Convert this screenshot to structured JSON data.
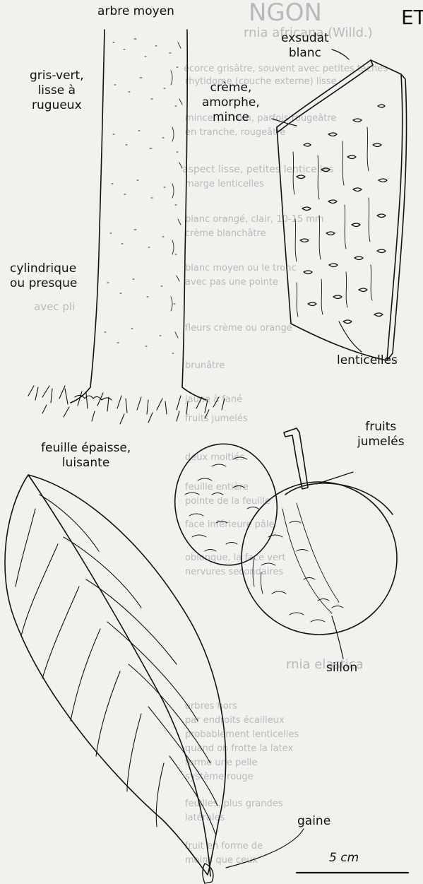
{
  "corner_text": "ET",
  "ghost_text": {
    "header_title": "NGON",
    "header_sub": "rnia africana (Willd.)",
    "lines": [
      "écorce grisâtre, souvent avec petites taches",
      "rhytidome (couche externe) lisse",
      "mince, 10 mm, parfois rougeâtre",
      "en tranche, rougeâtre",
      "aspect lisse, petites lenticelles",
      "marge lenticelles",
      "blanc orangé, clair, 10-15 mm",
      "crème blanchâtre",
      "blanc moyen ou le tronc",
      "avec pas une pointe",
      "avec pli",
      "fleurs crème ou orangé",
      "brunâtre",
      "jaune à fané",
      "fruits jumelés",
      "deux moitiés",
      "feuille entière",
      "pointe de la feuille",
      "face inférieure pâle",
      "oblongue, la face vert",
      "nervures secondaires",
      "rnia elastica",
      "arbres hors",
      "par endroits écailleux",
      "probablement lenticelles",
      "quand on frotte la latex",
      "forme une pelle",
      "système rouge",
      "feuilles, plus grandes",
      "latérales",
      "fruit en forme de",
      "moins que ceux"
    ]
  },
  "labels": {
    "arbre_moyen": "arbre moyen",
    "gris_vert": [
      "gris-vert,",
      "lisse à",
      "rugueux"
    ],
    "cylindrique": [
      "cylindrique",
      "ou presque"
    ],
    "exsudat": [
      "exsudat",
      "blanc"
    ],
    "creme": [
      "crème,",
      "amorphe,",
      "mince"
    ],
    "lenticelles": "lenticelles",
    "fruits": [
      "fruits",
      "jumelés"
    ],
    "feuille": [
      "feuille épaisse,",
      "luisante"
    ],
    "sillon": "sillon",
    "gaine": "gaine",
    "scale": "5 cm"
  }
}
